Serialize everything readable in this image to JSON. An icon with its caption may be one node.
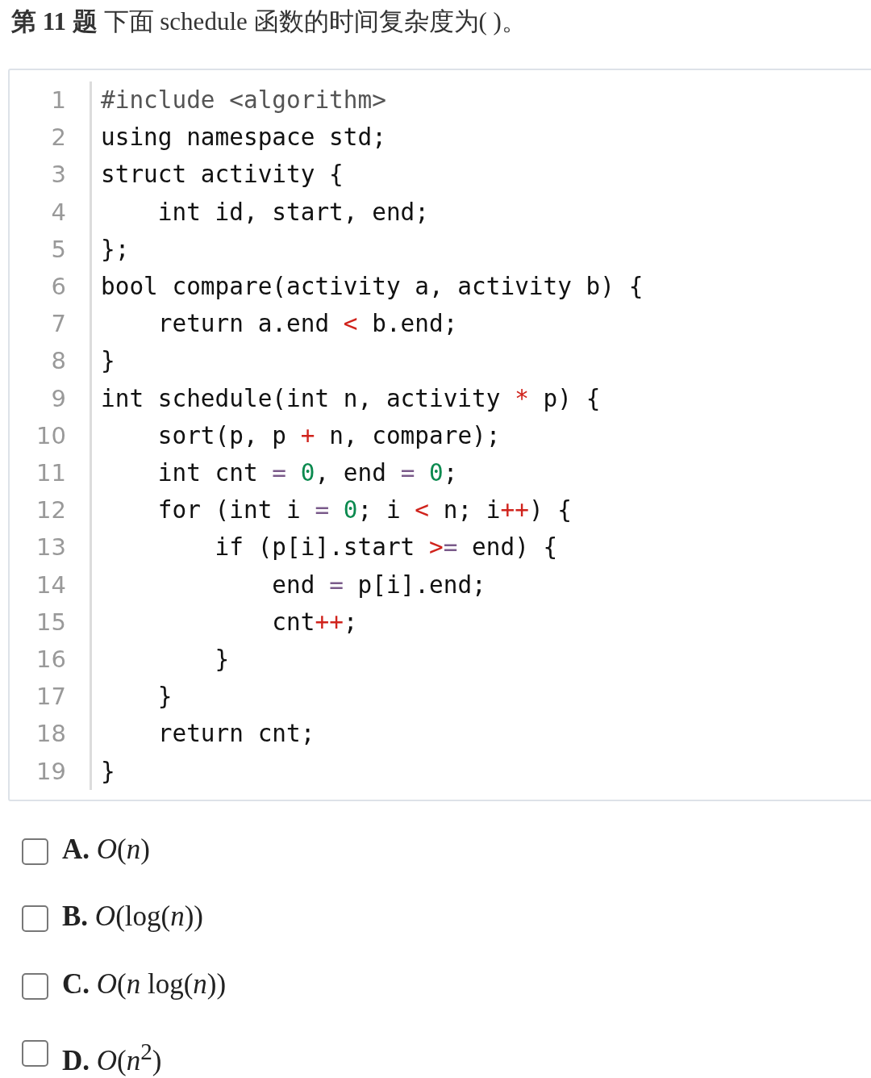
{
  "diagram": {
    "title": "**第 11 题** 下面 schedule 函数的时间复杂度为( )。",
    "labels": [
      "1",
      "#include <algorithm>",
      "2",
      "using namespace std;",
      "3",
      "struct activity {",
      "4",
      "    int id, start, end;",
      "5",
      "};",
      "6",
      "bool compare(activity a, activity b) {",
      "7",
      "    return a.end < b.end;",
      "8",
      "}",
      "9",
      "int schedule(int n, activity * p) {",
      "10",
      "    sort(p, p + n, compare);",
      "11",
      "    int cnt = 0, end = 0;",
      "12",
      "    for (int i = 0; i < n; i++) {",
      "13",
      "        if (p[i].start >= end) {",
      "14",
      "            end = p[i].end;",
      "15",
      "            cnt++;",
      "16",
      "        }",
      "17",
      "    }",
      "18",
      "    return cnt;",
      "19",
      "}",
      "**A.** *O*(*n*)",
      "**B.** *O*(log(*n*))",
      "**C.** *O*(*n* log(*n*))",
      "**D.** *O*(*n*$^{2}$)"
    ]
  }
}
